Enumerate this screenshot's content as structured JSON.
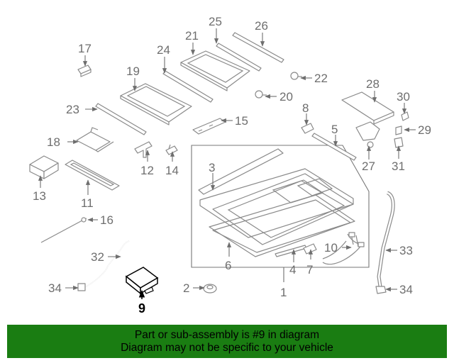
{
  "diagram": {
    "highlighted_part": "9",
    "callouts": {
      "p1": "1",
      "p2": "2",
      "p3": "3",
      "p4": "4",
      "p5": "5",
      "p6": "6",
      "p7": "7",
      "p8": "8",
      "p9": "9",
      "p10": "10",
      "p11": "11",
      "p12": "12",
      "p13": "13",
      "p14": "14",
      "p15": "15",
      "p16": "16",
      "p17": "17",
      "p18": "18",
      "p19": "19",
      "p20": "20",
      "p21": "21",
      "p22": "22",
      "p23": "23",
      "p24": "24",
      "p25": "25",
      "p26": "26",
      "p27": "27",
      "p28": "28",
      "p29": "29",
      "p30": "30",
      "p31": "31",
      "p32": "32",
      "p33": "33",
      "p34a": "34",
      "p34b": "34"
    }
  },
  "banner": {
    "line1": "Part or sub-assembly is #9 in diagram",
    "line2": "Diagram may not be specific to your vehicle",
    "color": "#1a7d12"
  }
}
